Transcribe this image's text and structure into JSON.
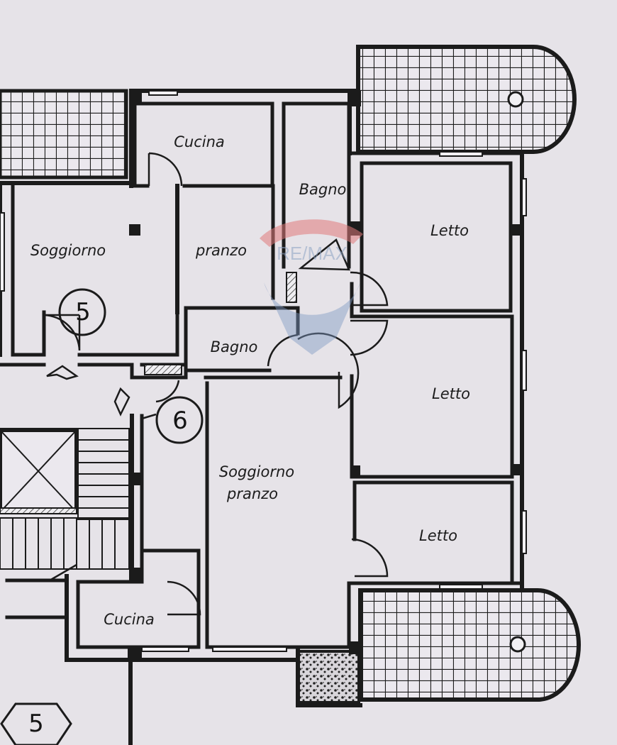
{
  "plan": {
    "rooms": [
      {
        "id": "cucina-1",
        "label": "Cucina"
      },
      {
        "id": "bagno-1",
        "label": "Bagno"
      },
      {
        "id": "letto-1",
        "label": "Letto"
      },
      {
        "id": "soggiorno-1",
        "label": "Soggiorno"
      },
      {
        "id": "pranzo-1",
        "label": "pranzo"
      },
      {
        "id": "bagno-2",
        "label": "Bagno"
      },
      {
        "id": "letto-2",
        "label": "Letto"
      },
      {
        "id": "soggiorno-pranzo-line1",
        "label": "Soggiorno"
      },
      {
        "id": "soggiorno-pranzo-line2",
        "label": "pranzo"
      },
      {
        "id": "letto-3",
        "label": "Letto"
      },
      {
        "id": "cucina-2",
        "label": "Cucina"
      }
    ],
    "unit_markers": [
      {
        "id": "unit-5",
        "label": "5"
      },
      {
        "id": "unit-6",
        "label": "6"
      },
      {
        "id": "floor-5",
        "label": "5"
      }
    ],
    "watermark": "RE/MAX"
  },
  "colors": {
    "background": "#e6e3e8",
    "wall": "#1b1b1b",
    "line": "#2a2a2a",
    "watermark_red": "#e07a7a",
    "watermark_blue": "#7f98c4"
  }
}
